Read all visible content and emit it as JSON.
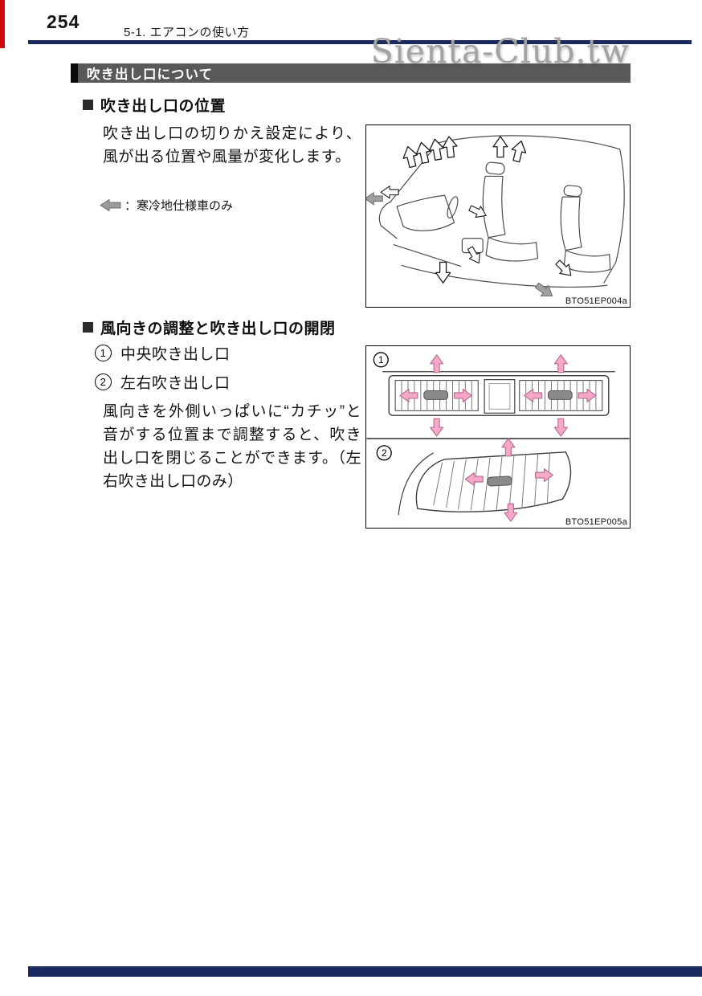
{
  "page": {
    "number": "254",
    "section_header": "5-1. エアコンの使い方",
    "watermark": "Sienta-Club.tw"
  },
  "section": {
    "title": "吹き出し口について"
  },
  "position": {
    "title": "吹き出し口の位置",
    "body": "吹き出し口の切りかえ設定により、風が出る位置や風量が変化します。",
    "note": "：寒冷地仕様車のみ",
    "note_icon": "gray-left-arrow",
    "figure_code": "BTO51EP004a"
  },
  "adjust": {
    "title": "風向きの調整と吹き出し口の開閉",
    "items": [
      {
        "num": "1",
        "label": "中央吹き出し口"
      },
      {
        "num": "2",
        "label": "左右吹き出し口"
      }
    ],
    "body": "風向きを外側いっぱいに“カチッ”と音がする位置まで調整すると、吹き出し口を閉じることができます。（左右吹き出し口のみ）",
    "figure_code": "BTO51EP005a"
  },
  "colors": {
    "navy": "#1b2a5e",
    "header_gray": "#58595b",
    "arrow_pink": "#f5a9c6",
    "edge_red": "#cf0a0e"
  }
}
